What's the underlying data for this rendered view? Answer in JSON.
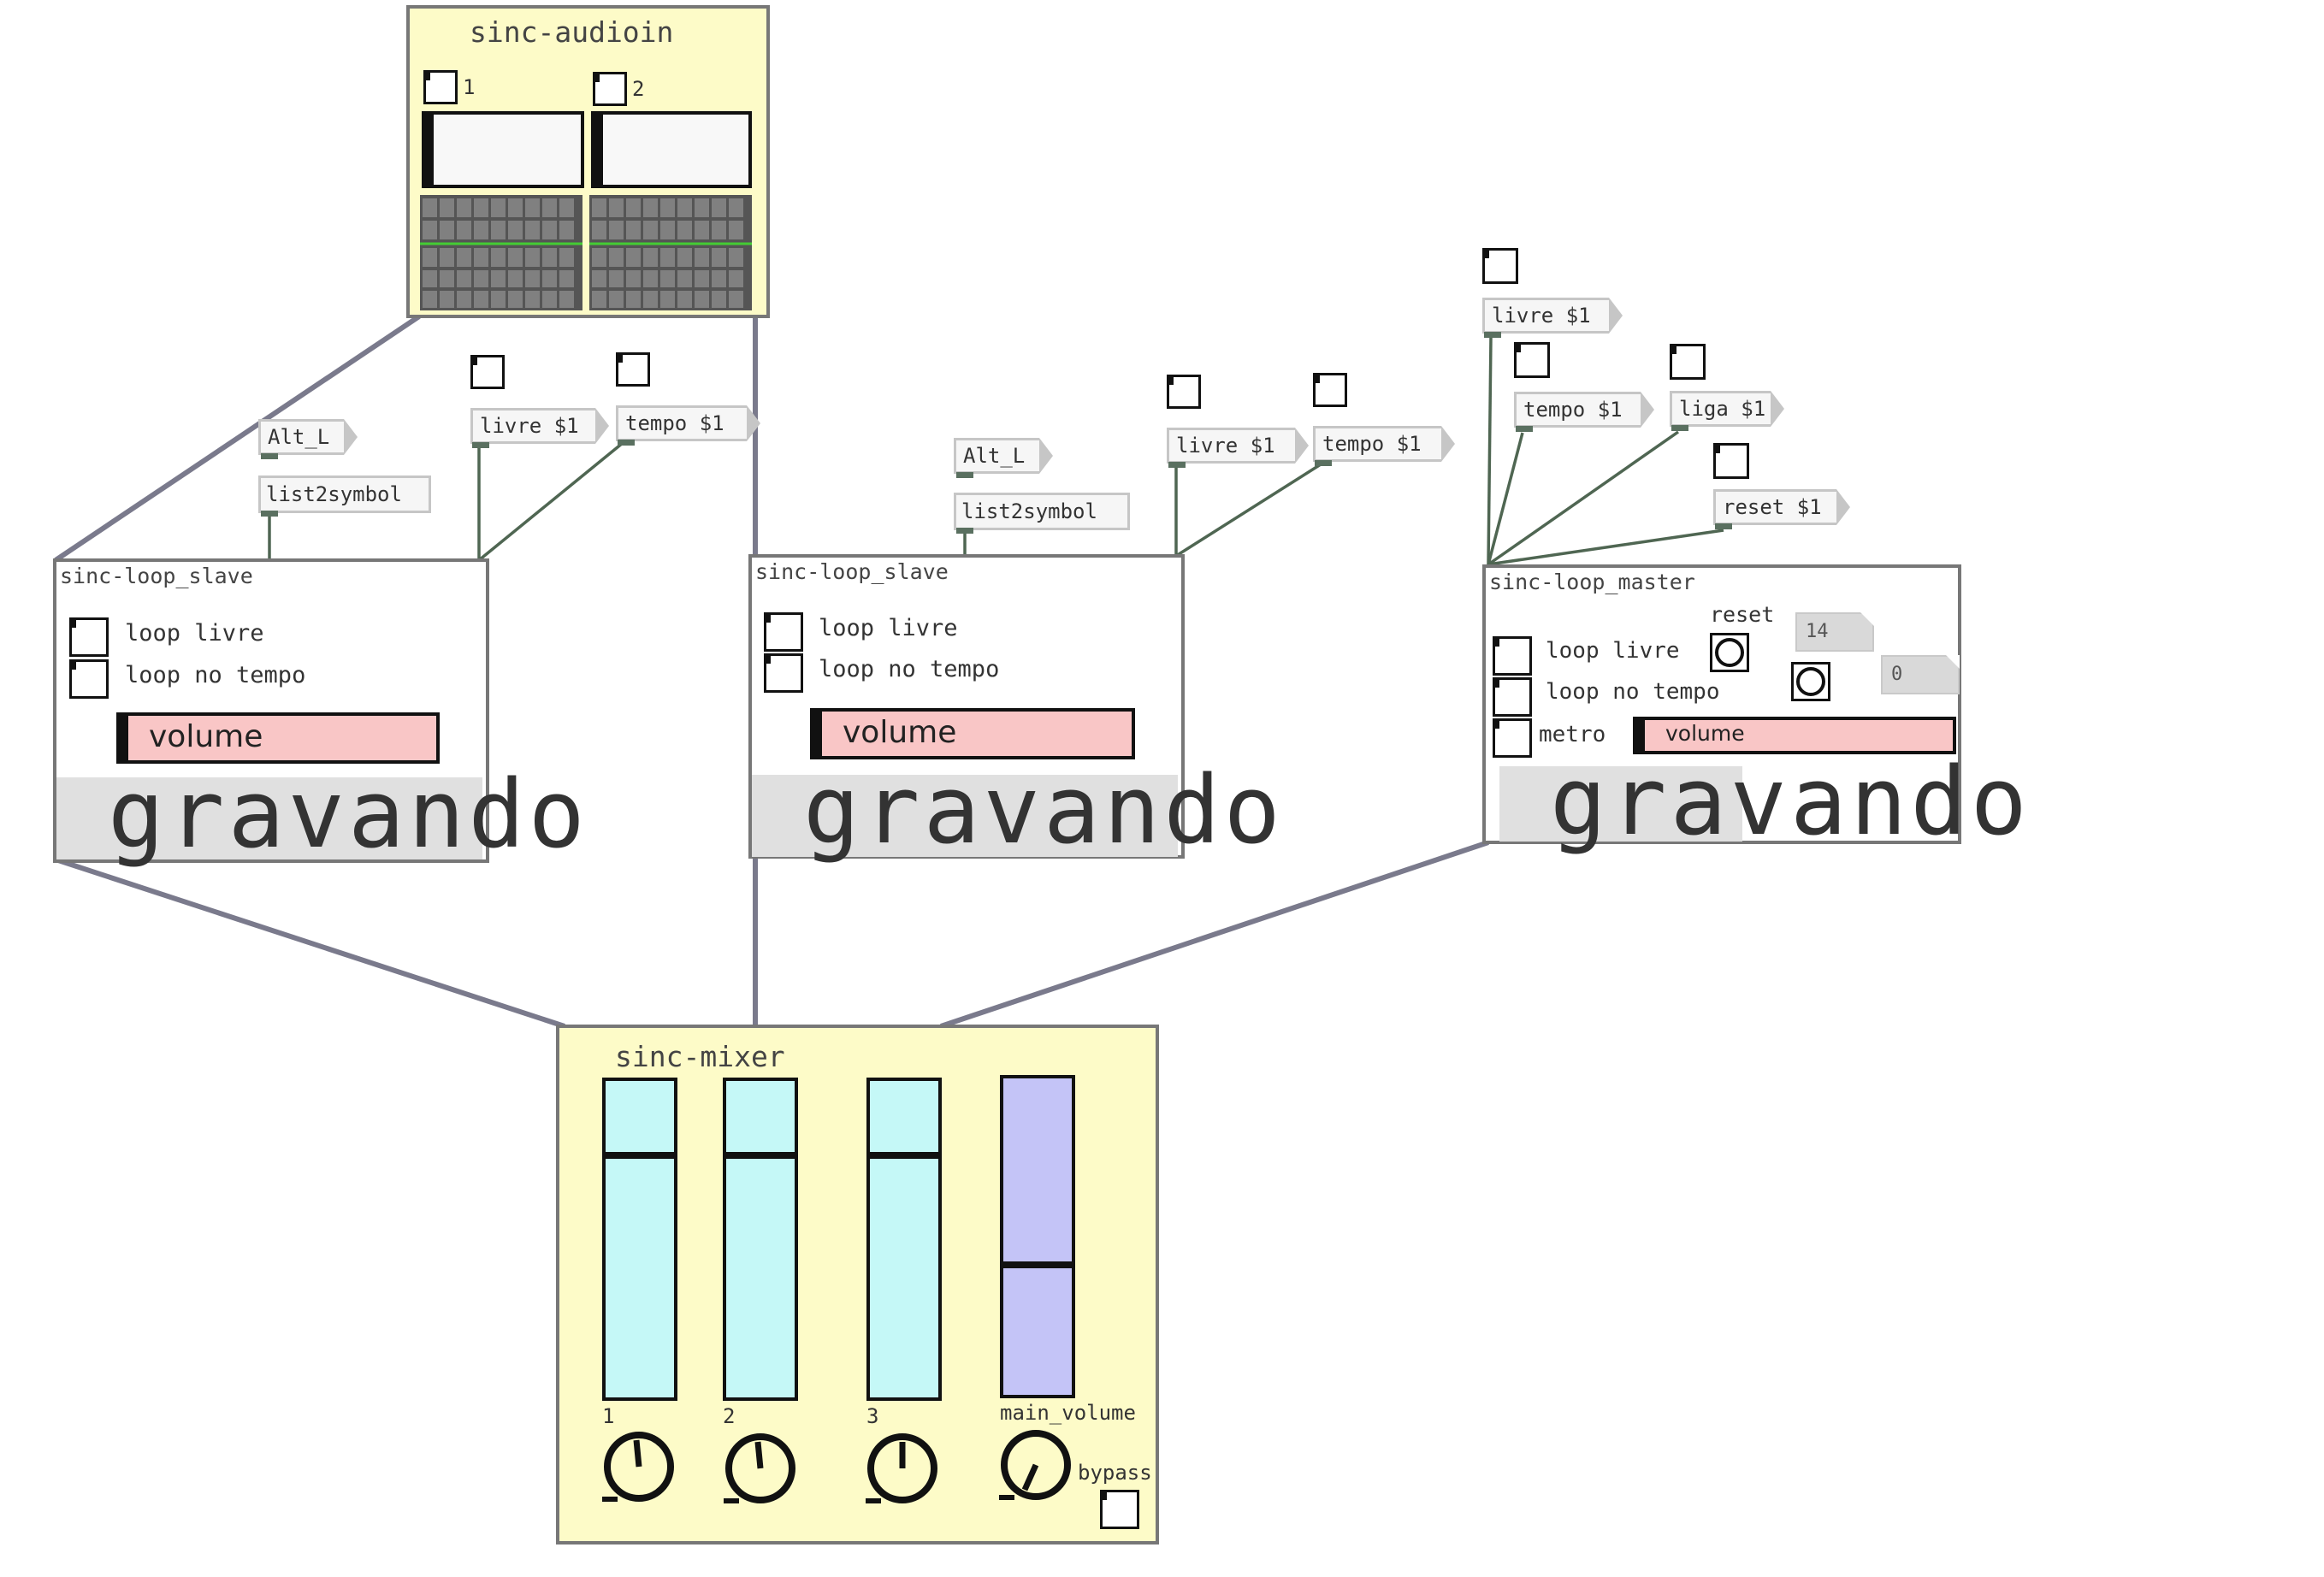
{
  "audioin": {
    "title": "sinc-audioin",
    "channel_labels": [
      "1",
      "2"
    ]
  },
  "slave1": {
    "title": "sinc-loop_slave",
    "option_loop_livre": "loop livre",
    "option_loop_no_tempo": "loop no tempo",
    "volume_label": "volume",
    "status_text": "gravando",
    "key_msg": "Alt_L",
    "list2symbol": "list2symbol",
    "livre_msg": "livre $1",
    "tempo_msg": "tempo $1"
  },
  "slave2": {
    "title": "sinc-loop_slave",
    "option_loop_livre": "loop livre",
    "option_loop_no_tempo": "loop no tempo",
    "volume_label": "volume",
    "status_text": "gravando",
    "key_msg": "Alt_L",
    "list2symbol": "list2symbol",
    "livre_msg": "livre $1",
    "tempo_msg": "tempo $1"
  },
  "master": {
    "title": "sinc-loop_master",
    "option_loop_livre": "loop livre",
    "option_loop_no_tempo": "loop no tempo",
    "option_metro": "metro",
    "reset_label": "reset",
    "number_1": "14",
    "number_2": "0",
    "volume_label": "volume",
    "status_text": "gravando",
    "livre_msg": "livre $1",
    "tempo_msg": "tempo $1",
    "liga_msg": "liga $1",
    "reset_msg": "reset $1"
  },
  "mixer": {
    "title": "sinc-mixer",
    "channel_labels": [
      "1",
      "2",
      "3"
    ],
    "main_label": "main_volume",
    "bypass_label": "bypass",
    "channel_levels": [
      0.77,
      0.77,
      0.77
    ],
    "main_level": 0.41
  },
  "colors": {
    "gop_yellow": "#fdfbc8",
    "volume_pink": "#f9c6c6",
    "slider_cyan": "#c5f8f7",
    "slider_main": "#c4c4f7",
    "patch_cord": "#7a7a8c"
  }
}
